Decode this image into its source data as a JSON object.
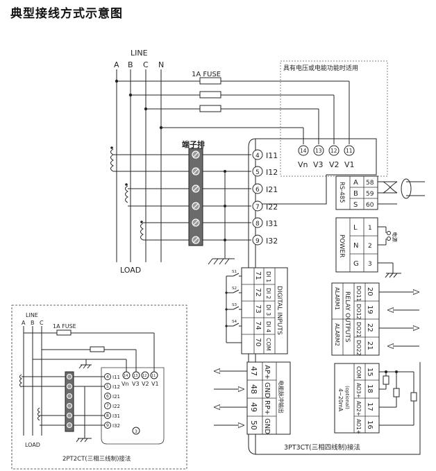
{
  "title": "典型接线方式示意图",
  "main": {
    "line_label": "LINE",
    "load_label": "LOAD",
    "phases": [
      "A",
      "B",
      "C",
      "N"
    ],
    "fuse_label": "1A FUSE",
    "terminal_strip_label": "端子排",
    "voltage_note": "具有电压或电能功能时适用",
    "voltage_terminals": [
      {
        "num": "14",
        "name": "Vn"
      },
      {
        "num": "13",
        "name": "V3"
      },
      {
        "num": "12",
        "name": "V2"
      },
      {
        "num": "11",
        "name": "V1"
      }
    ],
    "current_terminals": [
      {
        "num": "4",
        "name": "I11"
      },
      {
        "num": "5",
        "name": "I12"
      },
      {
        "num": "6",
        "name": "I21"
      },
      {
        "num": "7",
        "name": "I22"
      },
      {
        "num": "8",
        "name": "I31"
      },
      {
        "num": "9",
        "name": "I32"
      }
    ],
    "rs485": {
      "label": "RS-485",
      "pins": [
        "A",
        "B",
        "S"
      ],
      "nums": [
        "58",
        "59",
        "60"
      ]
    },
    "power": {
      "label": "POWER",
      "pins": [
        "L",
        "N",
        "G"
      ],
      "nums": [
        "1",
        "2",
        "3"
      ],
      "supply_label": "电源"
    },
    "digital_inputs": {
      "label": "DIGITAL INPUTS",
      "pins": [
        "DI 1",
        "DI 2",
        "DI 3",
        "DI 4",
        "COM"
      ],
      "nums": [
        "71",
        "72",
        "73",
        "74",
        "70"
      ],
      "switches": [
        "S1",
        "S2",
        "S3",
        "S4"
      ]
    },
    "relay_outputs": {
      "label": "RELAY OUTPUTS",
      "alarm1": "ALARM1",
      "alarm2": "ALARM2",
      "pins": [
        "DO11",
        "DO12",
        "DO21",
        "DO22"
      ],
      "nums": [
        "20",
        "19",
        "22",
        "21"
      ]
    },
    "pulse_outputs": {
      "label": "电能脉冲输出",
      "pins": [
        "AP+",
        "GND",
        "RP+",
        "GND"
      ],
      "nums": [
        "47",
        "48",
        "49",
        "50"
      ]
    },
    "analog_outputs": {
      "label": "4~20mA",
      "sublabel": "(optional)",
      "pins": [
        "COM",
        "AO3+",
        "AO2+",
        "AO1+"
      ],
      "nums": [
        "15",
        "18",
        "17",
        "16"
      ]
    },
    "caption": "3PT3CT(三相四线制)接法"
  },
  "inset": {
    "line_label": "LINE",
    "load_label": "LOAD",
    "phases": [
      "A",
      "B",
      "C"
    ],
    "fuse_label": "1A FUSE",
    "voltage_terminals": [
      {
        "num": "14",
        "name": "Vn"
      },
      {
        "num": "13",
        "name": "V3"
      },
      {
        "num": "12",
        "name": "V2"
      },
      {
        "num": "11",
        "name": "V1"
      }
    ],
    "current_terminals": [
      {
        "num": "4",
        "name": "I11"
      },
      {
        "num": "5",
        "name": "I12"
      },
      {
        "num": "6",
        "name": "I21"
      },
      {
        "num": "7",
        "name": "I22"
      },
      {
        "num": "8",
        "name": "I31"
      },
      {
        "num": "9",
        "name": "I32"
      }
    ],
    "ground_terminal": "3",
    "caption": "2PT2CT(三相三线制)接法"
  }
}
